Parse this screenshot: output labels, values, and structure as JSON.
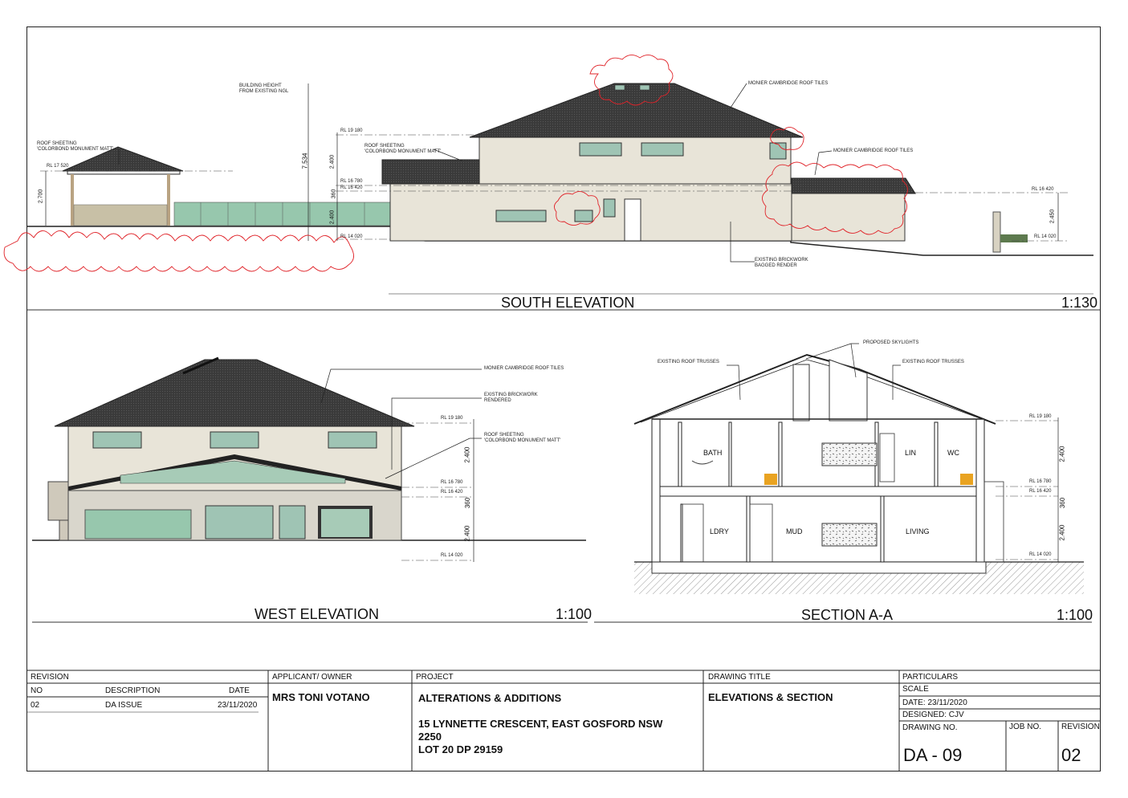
{
  "south_elevation": {
    "title": "SOUTH ELEVATION",
    "scale": "1:130",
    "notes": {
      "building_height": "BUILDING HEIGHT\nFROM EXISTING NGL",
      "roof_sheeting_left": "ROOF SHEETING\n'COLORBOND MONUMENT MATT'",
      "roof_sheeting_mid": "ROOF SHEETING\n'COLORBOND MONUMENT MATT'",
      "monier_top": "MONIER CAMBRIDGE ROOF TILES",
      "monier_right": "MONIER CAMBRIDGE ROOF TILES",
      "existing_brickwork": "EXISTING BRICKWORK\nBAGGED RENDER"
    },
    "levels": {
      "rl_19180": "RL 19 180",
      "rl_16780": "RL 16 780",
      "rl_16420": "RL 16 420",
      "rl_14020": "RL 14 020",
      "rl_17520": "RL 17 520",
      "rl_16420_right": "RL 16 420",
      "rl_14020_right": "RL 14 020"
    },
    "dims": {
      "height_total": "7.534",
      "upper": "2.400",
      "mid": "360",
      "lower": "2.400",
      "pergola": "2.700",
      "right": "2.450"
    }
  },
  "west_elevation": {
    "title": "WEST ELEVATION",
    "scale": "1:100",
    "notes": {
      "monier": "MONIER CAMBRIDGE ROOF TILES",
      "brickwork": "EXISTING BRICKWORK\nRENDERED",
      "roof_sheeting": "ROOF SHEETING\n'COLORBOND MONUMENT MATT'"
    },
    "levels": {
      "rl_19180": "RL 19 180",
      "rl_16780": "RL 16 780",
      "rl_16420": "RL 16 420",
      "rl_14020": "RL 14 020"
    },
    "dims": {
      "upper": "2.400",
      "mid": "360",
      "lower": "2.400"
    }
  },
  "section_aa": {
    "title": "SECTION A-A",
    "scale": "1:100",
    "notes": {
      "skylights": "PROPOSED SKYLIGHTS",
      "trusses_left": "EXISTING ROOF TRUSSES",
      "trusses_right": "EXISTING ROOF TRUSSES"
    },
    "rooms": {
      "bath": "BATH",
      "lin": "LIN",
      "wc": "WC",
      "ldry": "LDRY",
      "mud": "MUD",
      "living": "LIVING"
    },
    "levels": {
      "rl_19180": "RL 19 180",
      "rl_16780": "RL 16 780",
      "rl_16420": "RL 16 420",
      "rl_14020": "RL 14 020"
    },
    "dims": {
      "upper": "2.400",
      "mid": "360",
      "lower": "2.400"
    }
  },
  "title_block": {
    "revision_header": "REVISION",
    "col_no": "NO",
    "col_description": "DESCRIPTION",
    "col_date": "DATE",
    "rev_no": "02",
    "rev_description": "DA ISSUE",
    "rev_date": "23/11/2020",
    "applicant_header": "APPLICANT/ OWNER",
    "applicant": "MRS TONI VOTANO",
    "project_header": "PROJECT",
    "project_name": "ALTERATIONS & ADDITIONS",
    "project_address": "15 LYNNETTE CRESCENT, EAST GOSFORD NSW 2250",
    "project_lot": "LOT 20 DP 29159",
    "drawing_title_header": "DRAWING TITLE",
    "drawing_title": "ELEVATIONS & SECTION",
    "particulars_header": "PARTICULARS",
    "scale_label": "SCALE",
    "date_label": "DATE: 23/11/2020",
    "designed_label": "DESIGNED: CJV",
    "drawing_no_label": "DRAWING NO.",
    "job_no_label": "JOB NO.",
    "revision_label": "REVISION",
    "drawing_no": "DA - 09",
    "revision_value": "02"
  }
}
